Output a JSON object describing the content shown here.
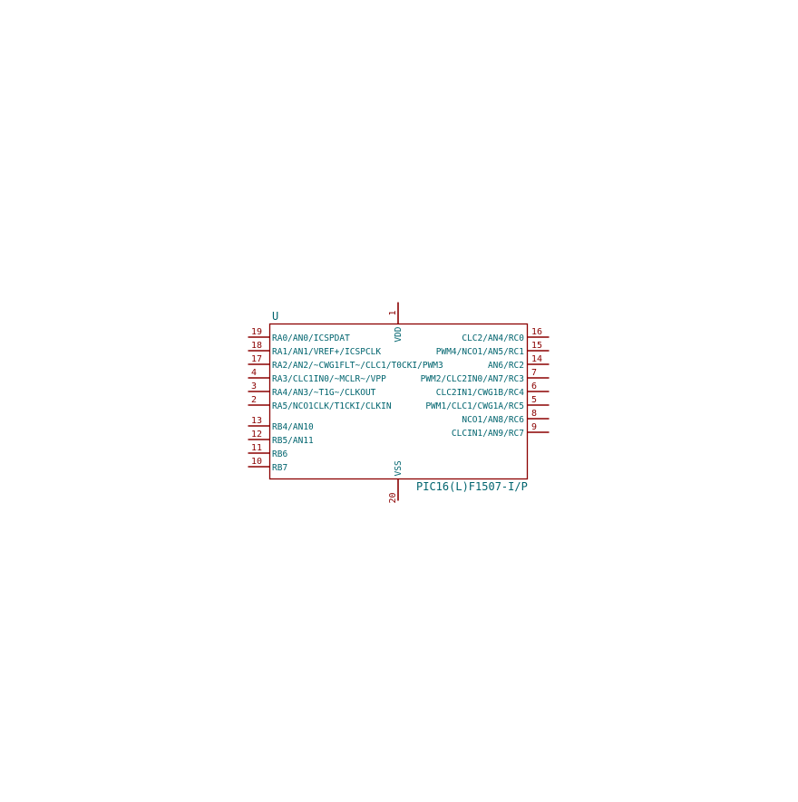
{
  "symbol": {
    "reference": "U",
    "value": "PIC16(L)F1507-I/P",
    "colors": {
      "body": "#8b0000",
      "pin_number": "#8b0000",
      "text": "#00646e"
    }
  },
  "left_pins": [
    {
      "number": "19",
      "name": "RA0/AN0/ICSPDAT"
    },
    {
      "number": "18",
      "name": "RA1/AN1/VREF+/ICSPCLK"
    },
    {
      "number": "17",
      "name": "RA2/AN2/~CWG1FLT~/CLC1/T0CKI/PWM3"
    },
    {
      "number": "4",
      "name": "RA3/CLC1IN0/~MCLR~/VPP"
    },
    {
      "number": "3",
      "name": "RA4/AN3/~T1G~/CLKOUT"
    },
    {
      "number": "2",
      "name": "RA5/NCO1CLK/T1CKI/CLKIN"
    },
    {
      "number": "13",
      "name": "RB4/AN10"
    },
    {
      "number": "12",
      "name": "RB5/AN11"
    },
    {
      "number": "11",
      "name": "RB6"
    },
    {
      "number": "10",
      "name": "RB7"
    }
  ],
  "right_pins": [
    {
      "number": "16",
      "name": "CLC2/AN4/RC0"
    },
    {
      "number": "15",
      "name": "PWM4/NCO1/AN5/RC1"
    },
    {
      "number": "14",
      "name": "AN6/RC2"
    },
    {
      "number": "7",
      "name": "PWM2/CLC2IN0/AN7/RC3"
    },
    {
      "number": "6",
      "name": "CLC2IN1/CWG1B/RC4"
    },
    {
      "number": "5",
      "name": "PWM1/CLC1/CWG1A/RC5"
    },
    {
      "number": "8",
      "name": "NCO1/AN8/RC6"
    },
    {
      "number": "9",
      "name": "CLCIN1/AN9/RC7"
    }
  ],
  "top_pins": [
    {
      "number": "1",
      "name": "VDD"
    }
  ],
  "bottom_pins": [
    {
      "number": "20",
      "name": "VSS"
    }
  ]
}
